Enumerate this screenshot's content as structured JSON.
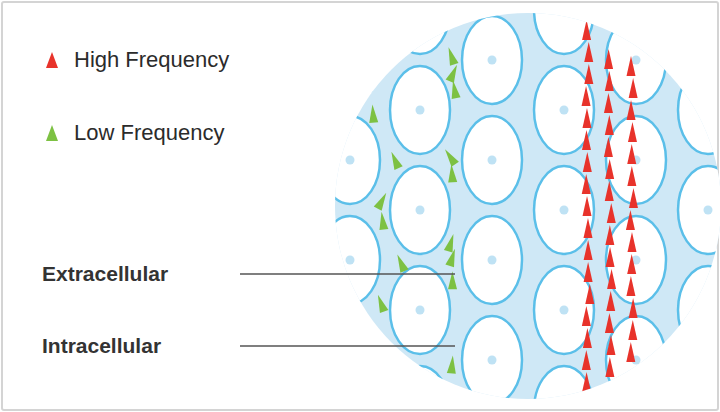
{
  "diagram": {
    "labels": [
      "Extracellular",
      "Intracellular"
    ],
    "legend": [
      {
        "text": "High Frequency",
        "color": "#e8332b"
      },
      {
        "text": "Low Frequency",
        "color": "#7dc143"
      }
    ]
  }
}
